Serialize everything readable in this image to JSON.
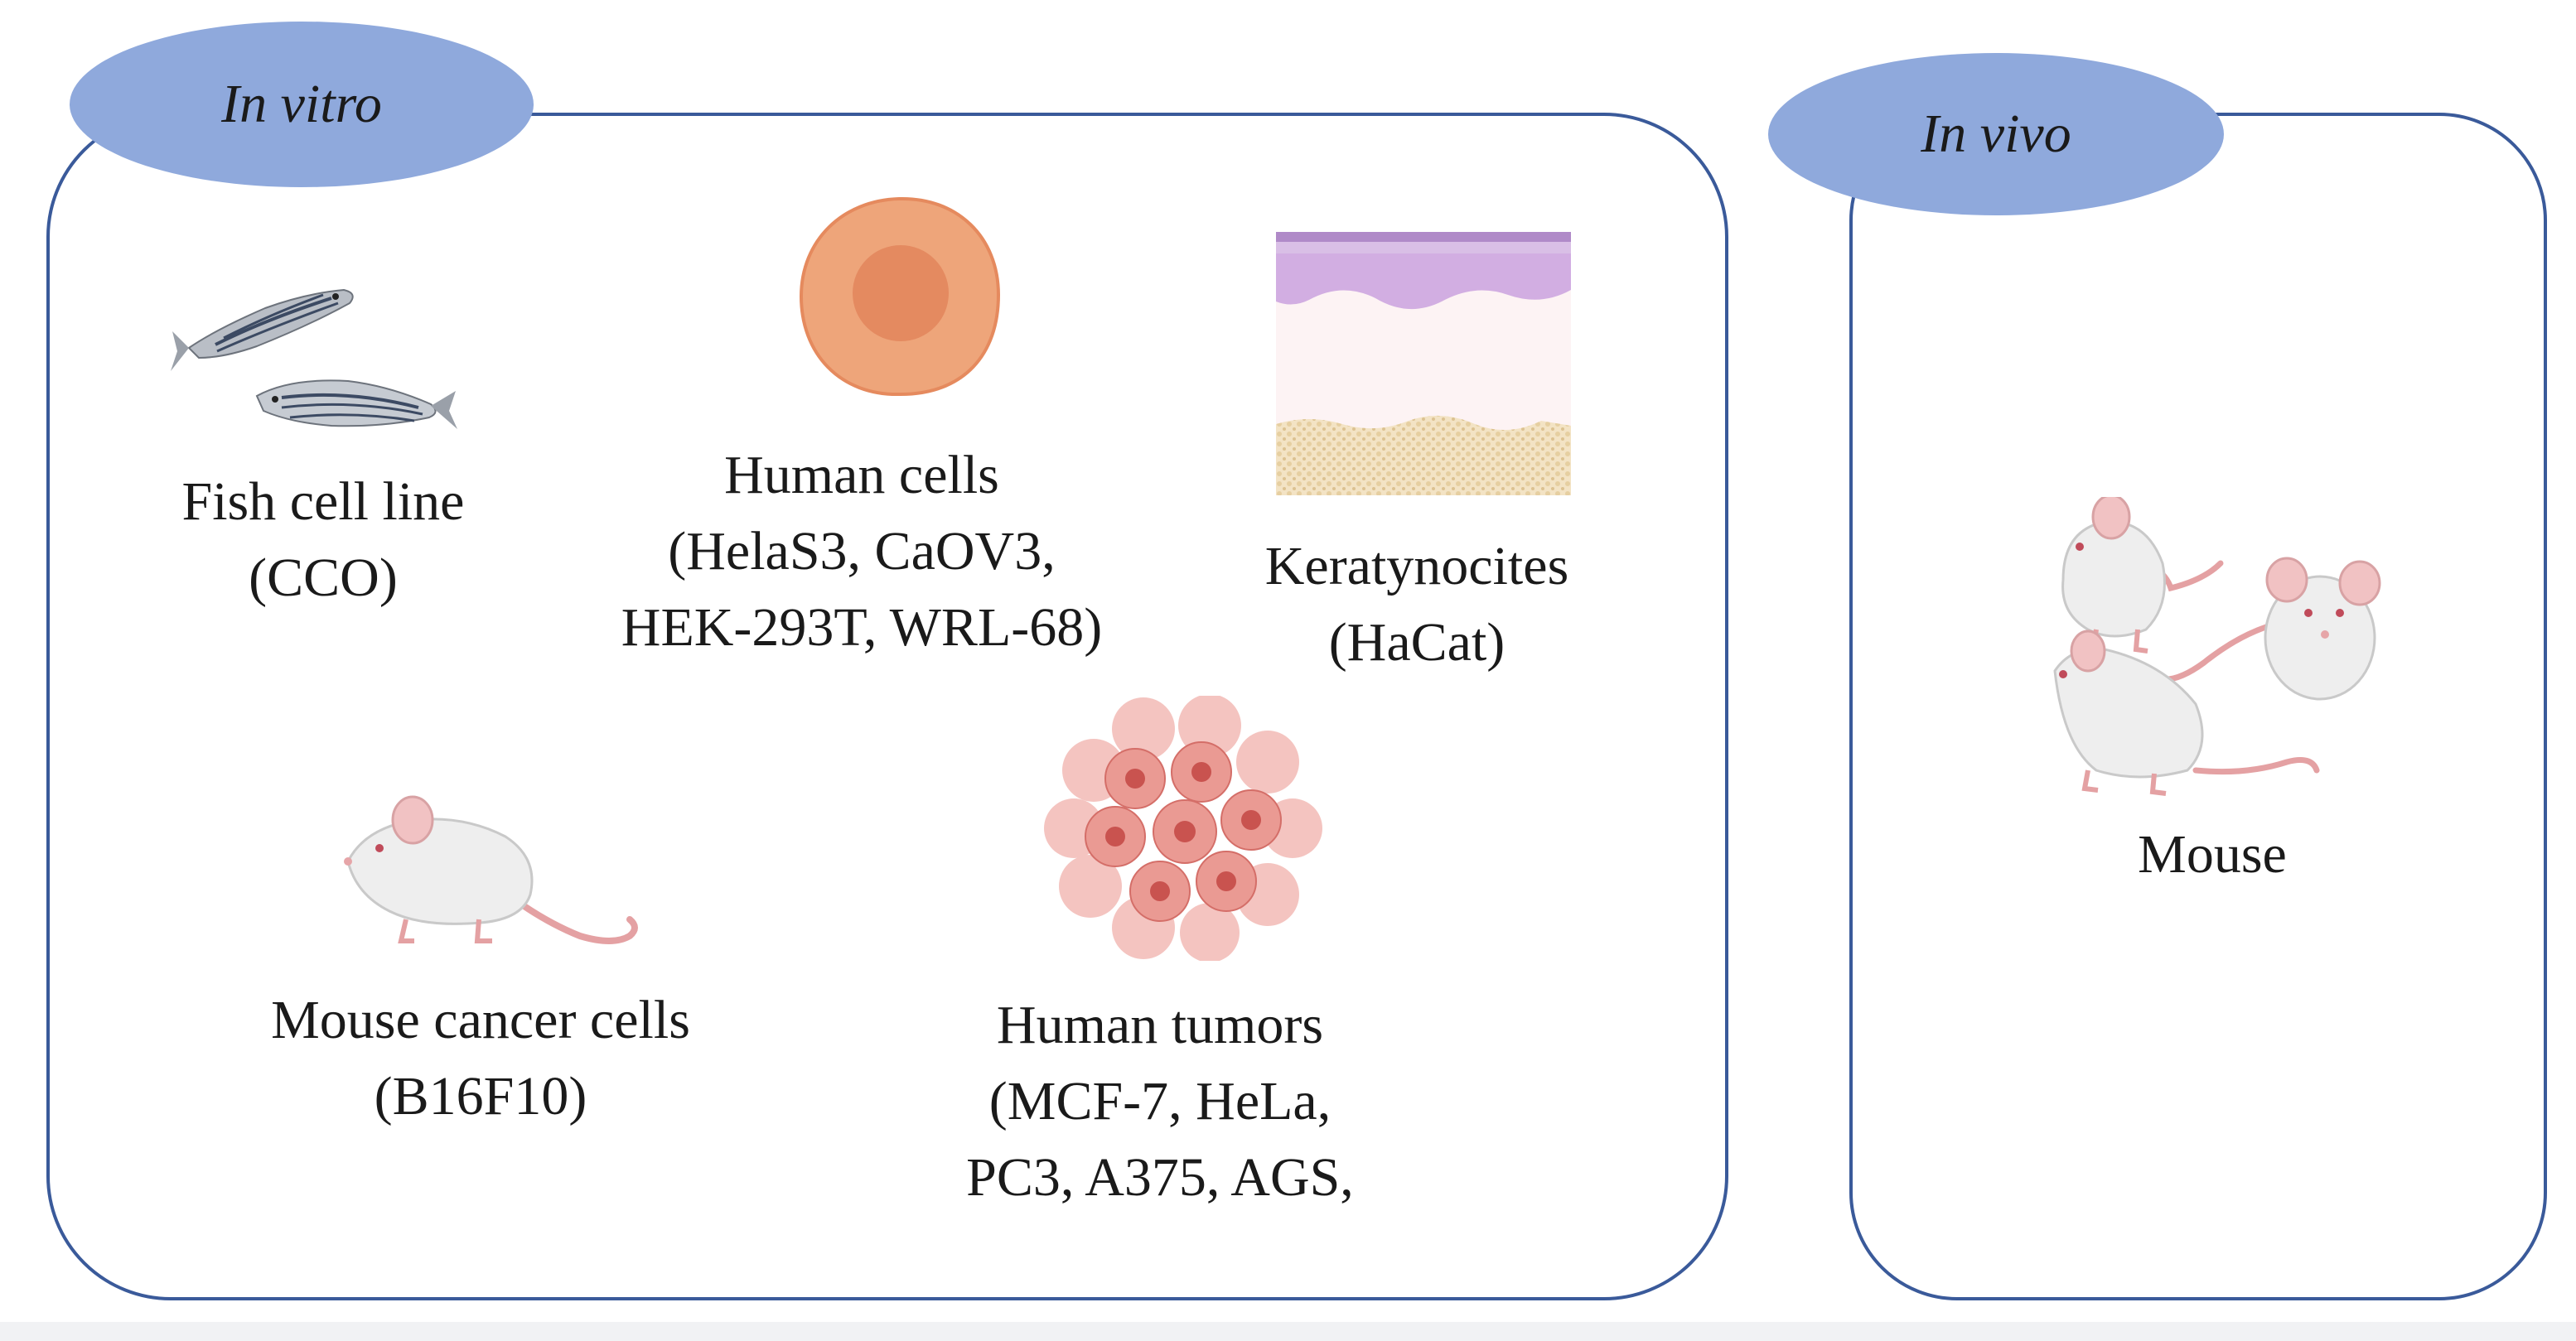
{
  "in_vitro": {
    "title": "In vitro",
    "items": [
      {
        "id": "fish",
        "lines": [
          "Fish cell line",
          "(CCO)"
        ],
        "icon": "zebrafish-icon"
      },
      {
        "id": "human-cells",
        "lines": [
          "Human cells",
          "(HelaS3, CaOV3,",
          "HEK-293T, WRL-68)"
        ],
        "icon": "human-cell-icon"
      },
      {
        "id": "keratinocytes",
        "lines": [
          "Keratynocites",
          "(HaCat)"
        ],
        "icon": "skin-layers-icon"
      },
      {
        "id": "mouse-cancer",
        "lines": [
          "Mouse cancer cells",
          "(B16F10)"
        ],
        "icon": "mouse-icon"
      },
      {
        "id": "human-tumors",
        "lines": [
          "Human tumors",
          "(MCF-7, HeLa,",
          "PC3, A375, AGS,"
        ],
        "icon": "tumor-cluster-icon"
      }
    ]
  },
  "in_vivo": {
    "title": "In vivo",
    "items": [
      {
        "id": "mouse",
        "lines": [
          "Mouse"
        ],
        "icon": "mice-group-icon"
      }
    ]
  },
  "colors": {
    "border": "#3a5a9a",
    "badge": "#8fa9dc",
    "cell": "#eea57a",
    "nucleus": "#e48a60",
    "tumor": "#e5857e",
    "skin_top": "#c9a6dc",
    "skin_bottom": "#f0dcb8",
    "mouse_body": "#eeeeee",
    "mouse_pink": "#e7a9aa"
  }
}
